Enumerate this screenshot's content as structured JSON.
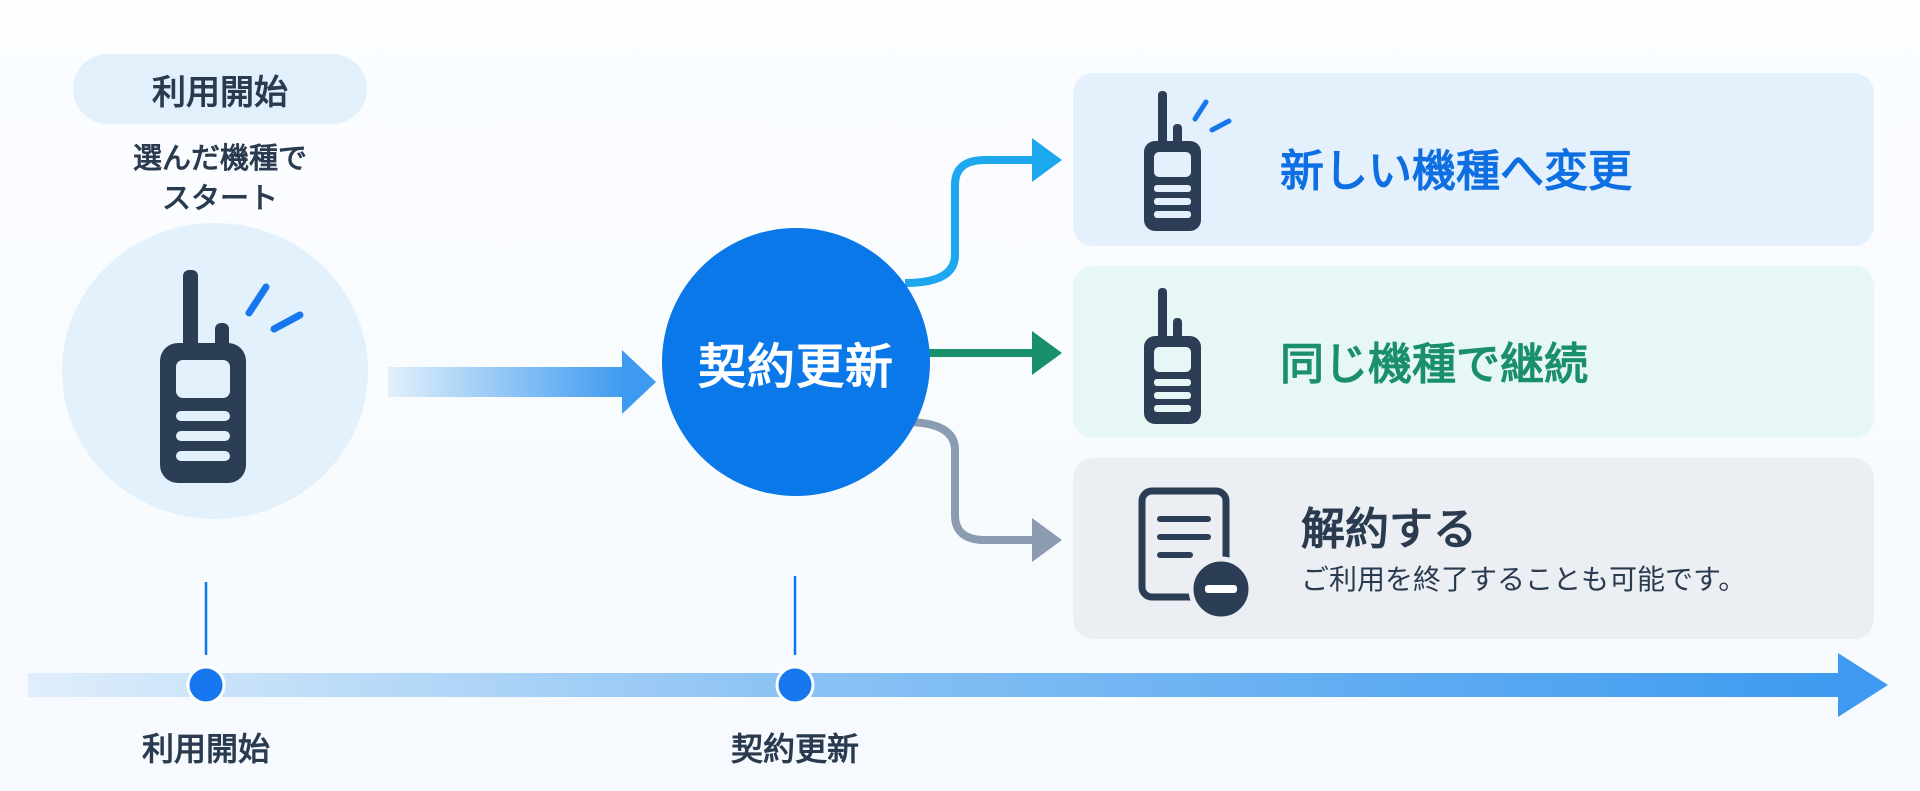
{
  "start": {
    "pill_label": "利用開始",
    "caption_line1": "選んだ機種で",
    "caption_line2": "スタート",
    "icon": "walkie-talkie-icon"
  },
  "renewal": {
    "label": "契約更新"
  },
  "options": [
    {
      "title": "新しい機種へ変更",
      "icon": "walkie-talkie-icon",
      "color": "#0e6fe3",
      "bg": "#e4f1fc"
    },
    {
      "title": "同じ機種で継続",
      "icon": "walkie-talkie-icon",
      "color": "#1a8f6c",
      "bg": "#e6f7f5"
    },
    {
      "title": "解約する",
      "subtitle": "ご利用を終了することも可能です。",
      "icon": "document-minus-icon",
      "color": "#2a3a4f",
      "bg": "#ebeff4"
    }
  ],
  "timeline": {
    "points": [
      {
        "label": "利用開始"
      },
      {
        "label": "契約更新"
      }
    ]
  },
  "colors": {
    "primary_blue": "#0b78ea",
    "light_blue": "#1ca7ef",
    "green": "#1a8f6c",
    "gray": "#8a9bb2",
    "dark": "#2a3a4f"
  }
}
